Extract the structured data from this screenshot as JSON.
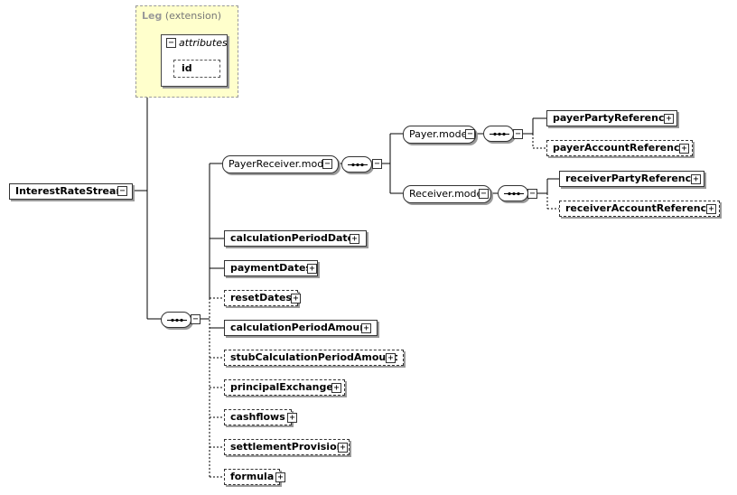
{
  "extension": {
    "name": "Leg",
    "suffix": "(extension)"
  },
  "attributes": {
    "header": "attributes",
    "items": [
      "id"
    ]
  },
  "root": {
    "name": "InterestRateStream"
  },
  "payer_receiver": {
    "group": "PayerReceiver.model",
    "payer_group": "Payer.model",
    "payer_elements": [
      "payerPartyReference",
      "payerAccountReference"
    ],
    "receiver_group": "Receiver.model",
    "receiver_elements": [
      "receiverPartyReference",
      "receiverAccountReference"
    ]
  },
  "elements": [
    {
      "name": "calculationPeriodDates",
      "optional": false
    },
    {
      "name": "paymentDates",
      "optional": false
    },
    {
      "name": "resetDates",
      "optional": true
    },
    {
      "name": "calculationPeriodAmount",
      "optional": false
    },
    {
      "name": "stubCalculationPeriodAmount",
      "optional": true
    },
    {
      "name": "principalExchanges",
      "optional": true
    },
    {
      "name": "cashflows",
      "optional": true
    },
    {
      "name": "settlementProvision",
      "optional": true
    },
    {
      "name": "formula",
      "optional": true
    }
  ],
  "toggle_symbols": {
    "expanded": "−",
    "collapsed": "+"
  }
}
